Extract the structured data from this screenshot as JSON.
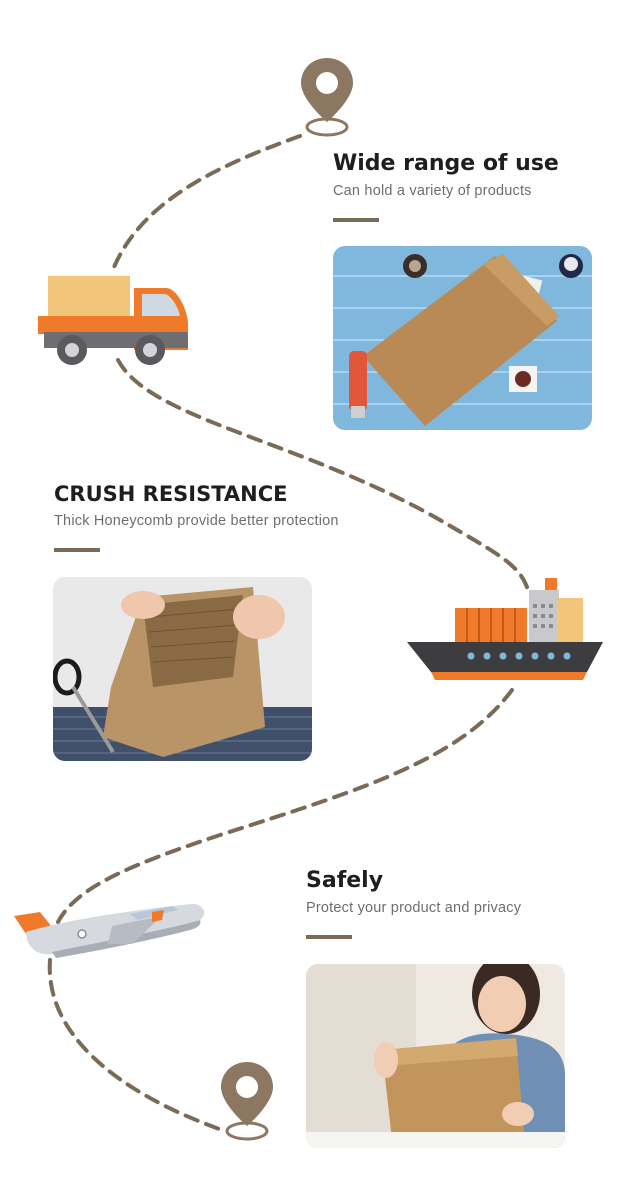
{
  "theme": {
    "path_color": "#7a6a58",
    "accent_bar": "#7a6a58",
    "pin_color": "#8c7862",
    "truck_orange": "#ee7a2a",
    "ship_hull": "#3d3d3f"
  },
  "sections": [
    {
      "title": "Wide range of use",
      "subtitle": "Can hold a variety of products",
      "image_icon": "mailer-on-blue-table-photo"
    },
    {
      "title": "CRUSH RESISTANCE",
      "subtitle": "Thick Honeycomb provide better protection",
      "image_icon": "honeycomb-envelope-photo"
    },
    {
      "title": "Safely",
      "subtitle": "Protect your product and privacy",
      "image_icon": "woman-holding-envelope-photo"
    }
  ],
  "icons": {
    "start_pin": "location-pin-icon",
    "end_pin": "location-pin-icon",
    "truck": "truck-icon",
    "ship": "cargo-ship-icon",
    "plane": "airplane-icon"
  }
}
